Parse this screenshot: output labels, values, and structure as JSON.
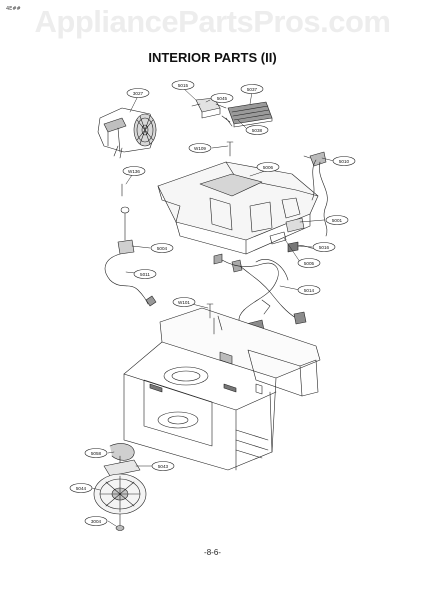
{
  "header": {
    "corner_code": "4E##",
    "watermark": "AppliancePartsPros.com",
    "title": "INTERIOR PARTS (II)"
  },
  "footer": {
    "page": "-8-6-"
  },
  "callouts": [
    {
      "id": "3027",
      "label": "3027"
    },
    {
      "id": "5015",
      "label": "5015"
    },
    {
      "id": "5045",
      "label": "5045"
    },
    {
      "id": "5037",
      "label": "5037"
    },
    {
      "id": "5038",
      "label": "5038"
    },
    {
      "id": "W109",
      "label": "W109"
    },
    {
      "id": "5006",
      "label": "5006"
    },
    {
      "id": "5010",
      "label": "5010"
    },
    {
      "id": "W136",
      "label": "W136"
    },
    {
      "id": "5001",
      "label": "5001"
    },
    {
      "id": "5004",
      "label": "5004"
    },
    {
      "id": "5016",
      "label": "5016"
    },
    {
      "id": "5005",
      "label": "5005"
    },
    {
      "id": "5011",
      "label": "5011"
    },
    {
      "id": "5014",
      "label": "5014"
    },
    {
      "id": "W101",
      "label": "W101"
    },
    {
      "id": "5058",
      "label": "5058"
    },
    {
      "id": "5043",
      "label": "5043"
    },
    {
      "id": "5044",
      "label": "5044"
    },
    {
      "id": "3004",
      "label": "3004"
    }
  ]
}
